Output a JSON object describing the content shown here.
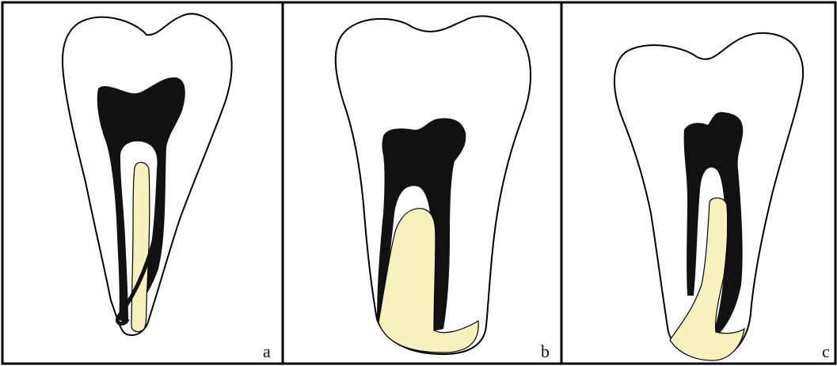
{
  "panels": [
    {
      "label": "a"
    },
    {
      "label": "b"
    },
    {
      "label": "c"
    }
  ],
  "colors": {
    "outline": "#000000",
    "pulp": "#111111",
    "filling": "#f7f2bd",
    "enamel": "#ffffff",
    "background": "#ffffff"
  }
}
